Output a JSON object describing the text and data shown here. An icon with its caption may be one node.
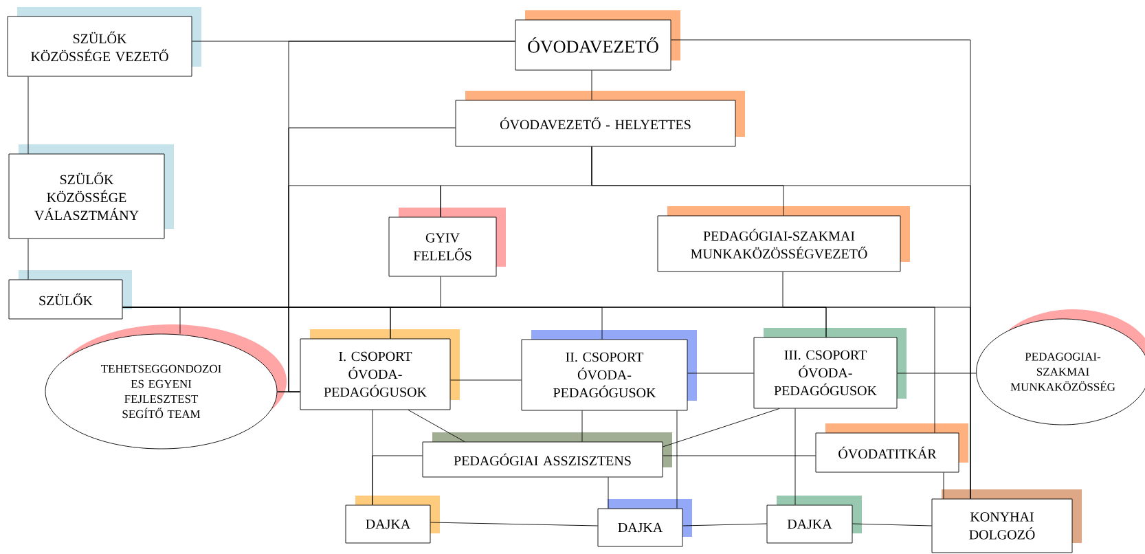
{
  "diagram": {
    "nodes": [
      {
        "text": [
          "SZÜLŐK KÖZÖSSÉGE VEZETŐ"
        ]
      },
      {
        "text": [
          "ÓVODAVEZETŐ"
        ]
      },
      {
        "text": [
          "ÓVODAVEZETŐ - HELYETTES"
        ]
      },
      {
        "text": [
          "SZÜLŐK KÖZÖSSÉGE VÁLASZTMÁNY"
        ]
      },
      {
        "text": [
          "GYIV FELELŐS"
        ]
      },
      {
        "text": [
          "PEDAGÓGIAI-SZAKMAI MUNKAKÖZÖSSÉGVEZETŐ"
        ]
      },
      {
        "text": [
          "SZÜLŐK"
        ]
      },
      {
        "text": [
          "TEHETSEGGONDOZOI ES EGYENI FEJLESZTEST SEGÍTŐ TEAM"
        ]
      },
      {
        "text": [
          "I. CSOPORT ÓVODA-PEDAGÓGUSOK"
        ]
      },
      {
        "text": [
          "II. CSOPORT ÓVODA-PEDAGÓGUSOK"
        ]
      },
      {
        "text": [
          "III. CSOPORT ÓVODA-PEDAGÓGUSOK"
        ]
      },
      {
        "text": [
          "PEDAGOGIAI-SZAKMAI MUNKAKÖZÖSSÉG"
        ]
      },
      {
        "text": [
          "PEDAGÓGIAI ASSZISZTENS"
        ]
      },
      {
        "text": [
          "ÓVODATITKÁR"
        ]
      },
      {
        "text": [
          "DAJKA"
        ]
      },
      {
        "text": [
          "DAJKA"
        ]
      },
      {
        "text": [
          "DAJKA"
        ]
      },
      {
        "text": [
          "KONYHAI DOLGOZÓ"
        ]
      }
    ],
    "edges": [
      {
        "from": 0,
        "to": 1,
        "arrow": "none"
      },
      {
        "from": 0,
        "to": 3,
        "arrow": "none"
      },
      {
        "from": 3,
        "to": 6,
        "arrow": "none"
      },
      {
        "from": 1,
        "to": 2,
        "arrow": "none"
      },
      {
        "from": 1,
        "to": 8,
        "arrow": "none"
      },
      {
        "from": 2,
        "to": 8,
        "arrow": "none"
      },
      {
        "from": 7,
        "to": 8,
        "arrow": "none"
      },
      {
        "from": 2,
        "to": 4,
        "arrow": "none"
      },
      {
        "from": 2,
        "to": 5,
        "arrow": "none"
      },
      {
        "from": 1,
        "to": 17,
        "arrow": "none"
      },
      {
        "from": 2,
        "to": 17,
        "arrow": "none"
      },
      {
        "from": 4,
        "to": 7,
        "arrow": "none"
      },
      {
        "from": 6,
        "to": 7,
        "arrow": "none"
      },
      {
        "from": 6,
        "to": 8,
        "arrow": "none"
      },
      {
        "from": 6,
        "to": 9,
        "arrow": "none"
      },
      {
        "from": 6,
        "to": 10,
        "arrow": "none"
      },
      {
        "from": 6,
        "to": 13,
        "arrow": "none"
      },
      {
        "from": 6,
        "to": 17,
        "arrow": "none"
      },
      {
        "from": 4,
        "to": 8,
        "arrow": "none"
      },
      {
        "from": 5,
        "to": 10,
        "arrow": "none"
      },
      {
        "from": 8,
        "to": 9,
        "arrow": "none"
      },
      {
        "from": 9,
        "to": 10,
        "arrow": "none"
      },
      {
        "from": 10,
        "to": 11,
        "arrow": "none"
      },
      {
        "from": 8,
        "to": 12,
        "arrow": "none"
      },
      {
        "from": 10,
        "to": 12,
        "arrow": "none"
      },
      {
        "from": 9,
        "to": 12,
        "arrow": "none"
      },
      {
        "from": 8,
        "to": 14,
        "arrow": "none"
      },
      {
        "from": 12,
        "to": 14,
        "arrow": "none"
      },
      {
        "from": 12,
        "to": 15,
        "arrow": "none"
      },
      {
        "from": 9,
        "to": 15,
        "arrow": "none"
      },
      {
        "from": 10,
        "to": 16,
        "arrow": "none"
      },
      {
        "from": 13,
        "to": 12,
        "arrow": "none"
      },
      {
        "from": 13,
        "to": 17,
        "arrow": "none"
      },
      {
        "from": 14,
        "to": 15,
        "arrow": "none"
      },
      {
        "from": 15,
        "to": 16,
        "arrow": "none"
      },
      {
        "from": 16,
        "to": 17,
        "arrow": "none"
      }
    ]
  }
}
